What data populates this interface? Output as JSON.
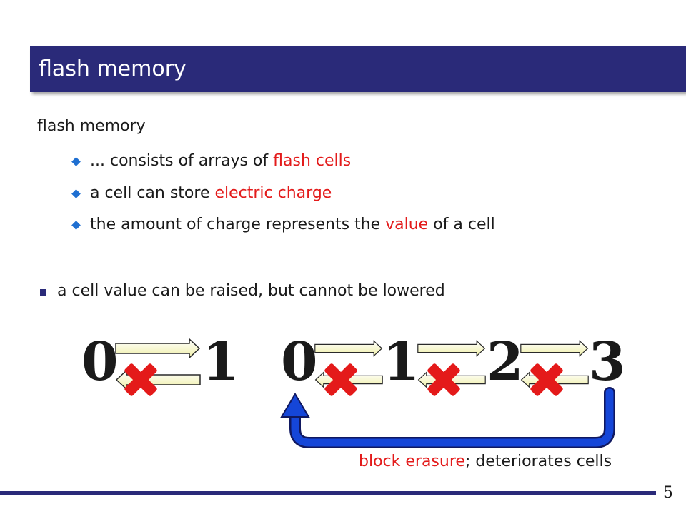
{
  "slide": {
    "title": "flash memory",
    "subtitle": "flash memory",
    "bullets": [
      {
        "pre": "... consists of arrays of ",
        "hl": "flash cells",
        "post": ""
      },
      {
        "pre": "a cell can store ",
        "hl": "electric charge",
        "post": ""
      },
      {
        "pre": "the amount of charge represents the ",
        "hl": "value",
        "post": " of a cell"
      }
    ],
    "point": "a cell value can be raised, but cannot be lowered",
    "diagram": {
      "group1_digits": [
        "0",
        "1"
      ],
      "group2_digits": [
        "0",
        "1",
        "2",
        "3"
      ]
    },
    "caption": {
      "hl": "block erasure",
      "rest": "; deteriorates cells"
    },
    "page_number": "5"
  },
  "colors": {
    "title_bar": "#2a2a79",
    "highlight": "#e31b1b",
    "bullet_diamond": "#1f6fd1",
    "arrow_fill": "#f4f4b4",
    "arrow_stroke": "#2a2a2a",
    "cross": "#e41a1a",
    "return_arrow": "#1546d8"
  },
  "icons": [
    "diamond-bullet-icon",
    "square-bullet-icon",
    "right-arrow-icon",
    "cross-icon",
    "return-arrow-icon"
  ]
}
